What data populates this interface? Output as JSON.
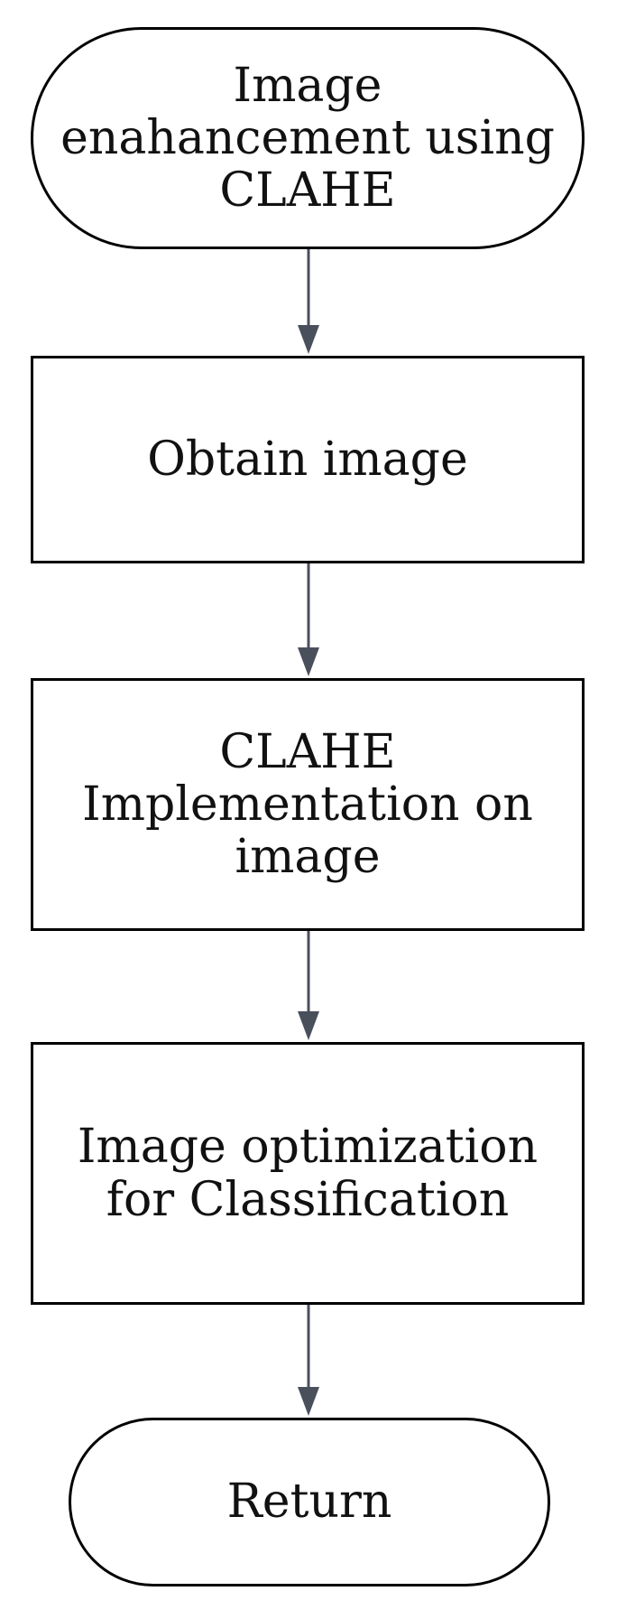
{
  "diagram": {
    "nodes": [
      {
        "id": "start",
        "shape": "terminator",
        "label": "Image\nenahancement using\nCLAHE"
      },
      {
        "id": "obtain",
        "shape": "process",
        "label": "Obtain image"
      },
      {
        "id": "clahe",
        "shape": "process",
        "label": "CLAHE\nImplementation on\nimage"
      },
      {
        "id": "opt",
        "shape": "process",
        "label": "Image optimization\nfor Classification"
      },
      {
        "id": "return",
        "shape": "terminator",
        "label": "Return"
      }
    ],
    "edges": [
      {
        "from": "start",
        "to": "obtain"
      },
      {
        "from": "obtain",
        "to": "clahe"
      },
      {
        "from": "clahe",
        "to": "opt"
      },
      {
        "from": "opt",
        "to": "return"
      }
    ],
    "colors": {
      "node_border": "#000000",
      "node_fill": "#ffffff",
      "text": "#111111",
      "connector": "#4a4f5c"
    }
  }
}
